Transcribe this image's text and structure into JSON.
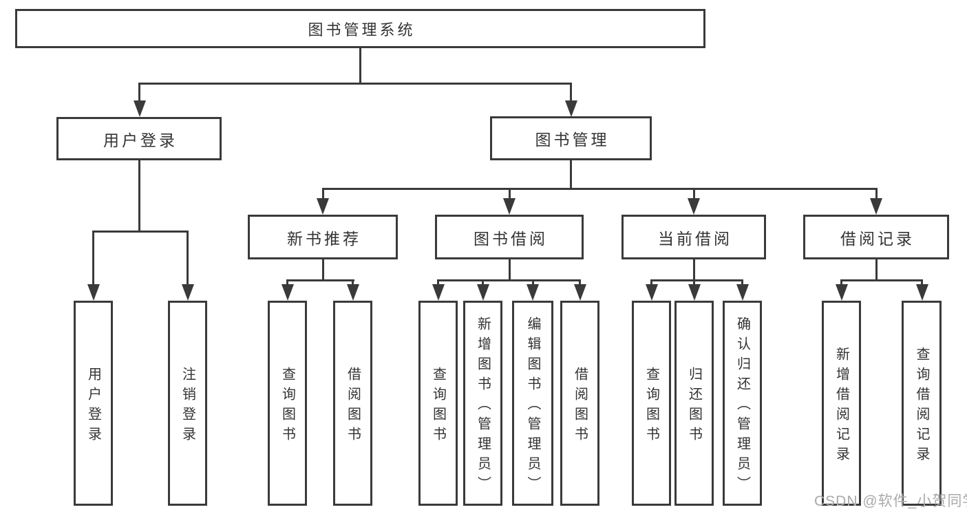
{
  "diagram": {
    "root": {
      "label": "图书管理系统"
    },
    "level2": [
      {
        "label": "用户登录"
      },
      {
        "label": "图书管理"
      }
    ],
    "level3": [
      {
        "label": "新书推荐"
      },
      {
        "label": "图书借阅"
      },
      {
        "label": "当前借阅"
      },
      {
        "label": "借阅记录"
      }
    ],
    "leaves": {
      "user_login": [
        {
          "label": "用户登录"
        },
        {
          "label": "注销登录"
        }
      ],
      "new_book": [
        {
          "label": "查询图书"
        },
        {
          "label": "借阅图书"
        }
      ],
      "book_borrow": [
        {
          "label": "查询图书"
        },
        {
          "label": "新增图书（管理员）"
        },
        {
          "label": "编辑图书（管理员）"
        },
        {
          "label": "借阅图书"
        }
      ],
      "current_borrow": [
        {
          "label": "查询图书"
        },
        {
          "label": "归还图书"
        },
        {
          "label": "确认归还（管理员）"
        }
      ],
      "borrow_records": [
        {
          "label": "新增借阅记录"
        },
        {
          "label": "查询借阅记录"
        }
      ]
    },
    "colors": {
      "line": "#3a3a3a",
      "text": "#333333",
      "watermark": "#a9a9a9"
    }
  },
  "watermark": {
    "text": "CSDN @软件_小贺同学"
  }
}
